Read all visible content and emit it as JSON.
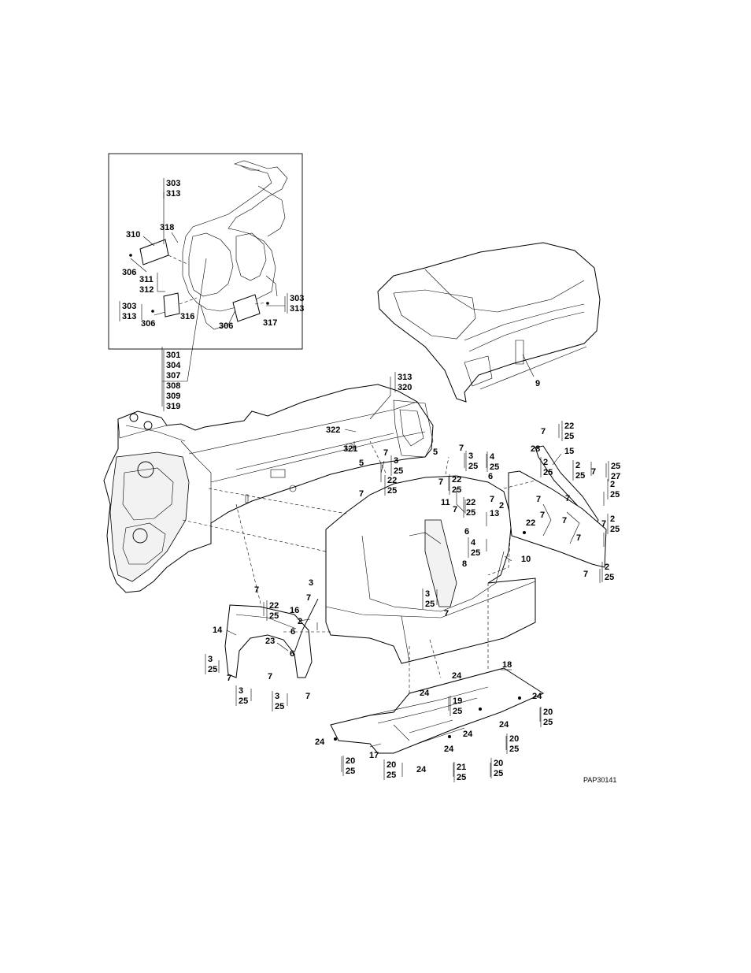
{
  "figure_code": "PAP30141",
  "detail_callouts": {
    "c303_313_top": [
      "303",
      "313"
    ],
    "c318": "318",
    "c310": "310",
    "c306_a": "306",
    "c311": "311",
    "c312": "312",
    "c303_313_left": [
      "303",
      "313"
    ],
    "c306_b": "306",
    "c316": "316",
    "c306_c": "306",
    "c317": "317",
    "c303_313_right": [
      "303",
      "313"
    ],
    "c301_group": [
      "301",
      "304",
      "307",
      "308",
      "309",
      "319"
    ]
  },
  "main_callouts": {
    "c9": "9",
    "c313_320": [
      "313",
      "320"
    ],
    "c322": "322",
    "c321": "321",
    "c5_a": "5",
    "c7_a": "7",
    "c3_25_a": [
      "3",
      "25"
    ],
    "c22_25_a": [
      "22",
      "25"
    ],
    "c7_b": "7",
    "c5_b": "5",
    "c7_c": "7",
    "c3_25_b": [
      "3",
      "25"
    ],
    "c4_25_a": [
      "4",
      "25"
    ],
    "c7_d": "7",
    "c22_25_b": [
      "22",
      "25"
    ],
    "c6_a": "6",
    "c11": "11",
    "c7_e": "7",
    "c22_25_c": [
      "22",
      "25"
    ],
    "c7_f": "7",
    "c2_a": "2",
    "c13": "13",
    "c6_b": "6",
    "c4_25_b": [
      "4",
      "25"
    ],
    "c8": "8",
    "c3_25_c": [
      "3",
      "25"
    ],
    "c7_g": "7",
    "c28": "28",
    "c7_h": "7",
    "c22_25_d": [
      "22",
      "25"
    ],
    "c15": "15",
    "c2_25_a": [
      "2",
      "25"
    ],
    "c2_25_b": [
      "2",
      "25"
    ],
    "c7_i": "7",
    "c25_27": [
      "25",
      "27"
    ],
    "c7_j": "7",
    "c7_k": "7",
    "c2_25_c": [
      "2",
      "25"
    ],
    "c22": "22",
    "c7_l": "7",
    "c7_m": "7",
    "c2_25_d": [
      "2",
      "25"
    ],
    "c7_n": "7",
    "c10": "10",
    "c7_o": "7",
    "c2_25_e": [
      "2",
      "25"
    ],
    "c7_p": "7",
    "c7_q": "7",
    "c3_b": "3",
    "c7_r": "7",
    "c22_25_e": [
      "22",
      "25"
    ],
    "c16": "16",
    "c2_b": "2",
    "c6_c": "6",
    "c14": "14",
    "c23": "23",
    "c6_d": "6",
    "c3_25_d": [
      "3",
      "25"
    ],
    "c7_s": "7",
    "c7_t": "7",
    "c3_25_e": [
      "3",
      "25"
    ],
    "c3_25_f": [
      "3",
      "25"
    ],
    "c7_u": "7",
    "c18": "18",
    "c24_a": "24",
    "c24_b": "24",
    "c19_25": [
      "19",
      "25"
    ],
    "c24_c": "24",
    "c20_25_a": [
      "20",
      "25"
    ],
    "c24_d": "24",
    "c24_e": "24",
    "c20_25_b": [
      "20",
      "25"
    ],
    "c24_f": "24",
    "c17": "17",
    "c20_25_c": [
      "20",
      "25"
    ],
    "c24_g": "24",
    "c20_25_d": [
      "20",
      "25"
    ],
    "c24_h": "24",
    "c21_25": [
      "21",
      "25"
    ],
    "c20_25_e": [
      "20",
      "25"
    ]
  }
}
